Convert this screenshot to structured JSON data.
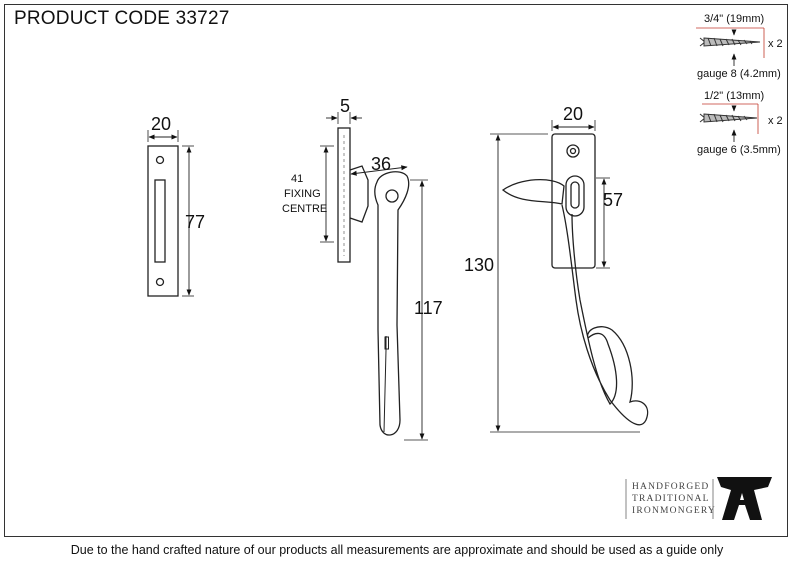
{
  "title": "PRODUCT CODE 33727",
  "disclaimer": "Due to the hand crafted nature of our products all measurements are approximate and should be used as a guide only",
  "keep": {
    "width": "20",
    "height": "77"
  },
  "side_view": {
    "plate_thickness": "5",
    "fixing_value": "41",
    "fixing_label_line1": "FIXING",
    "fixing_label_line2": "CENTRE",
    "projection": "36",
    "handle_length": "117"
  },
  "front_view": {
    "plate_width": "20",
    "plate_height": "57",
    "total_height": "130"
  },
  "screws": [
    {
      "length": "3/4\" (19mm)",
      "quantity": "x 2",
      "gauge": "gauge 8 (4.2mm)"
    },
    {
      "length": "1/2\" (13mm)",
      "quantity": "x 2",
      "gauge": "gauge 6 (3.5mm)"
    }
  ],
  "brand": {
    "line1": "HANDFORGED",
    "line2": "TRADITIONAL",
    "line3": "IRONMONGERY",
    "logo_letter": "A"
  },
  "colors": {
    "line": "#222222",
    "accent": "#c0392b"
  }
}
